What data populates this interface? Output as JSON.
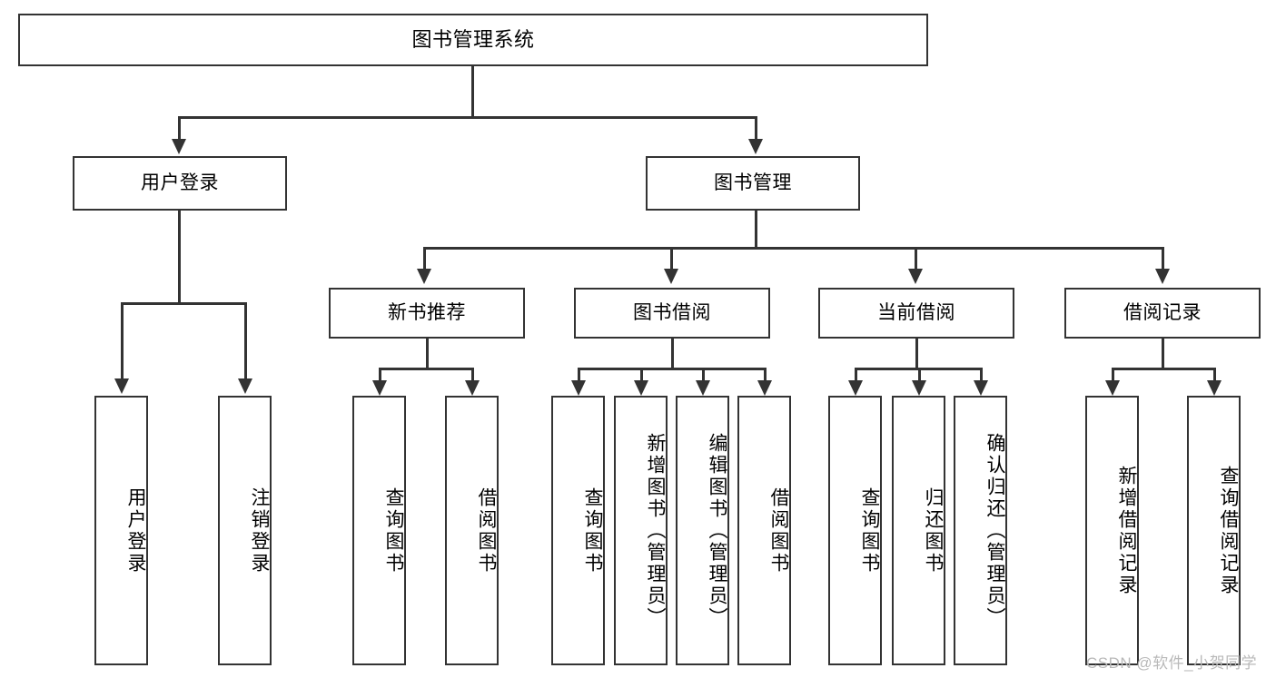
{
  "diagram": {
    "title": "图书管理系统",
    "type": "tree-hierarchy",
    "root": {
      "label": "图书管理系统"
    },
    "level2": [
      {
        "label": "用户登录"
      },
      {
        "label": "图书管理"
      }
    ],
    "level3": [
      {
        "label": "新书推荐"
      },
      {
        "label": "图书借阅"
      },
      {
        "label": "当前借阅"
      },
      {
        "label": "借阅记录"
      }
    ],
    "leaves": {
      "user_login": [
        {
          "label": "用户登录"
        },
        {
          "label": "注销登录"
        }
      ],
      "new_book_recommend": [
        {
          "label": "查询图书"
        },
        {
          "label": "借阅图书"
        }
      ],
      "book_borrow": [
        {
          "label": "查询图书"
        },
        {
          "label": "新增图书（管理员）"
        },
        {
          "label": "编辑图书（管理员）"
        },
        {
          "label": "借阅图书"
        }
      ],
      "current_borrow": [
        {
          "label": "查询图书"
        },
        {
          "label": "归还图书"
        },
        {
          "label": "确认归还（管理员）"
        }
      ],
      "borrow_record": [
        {
          "label": "新增借阅记录"
        },
        {
          "label": "查询借阅记录"
        }
      ]
    }
  },
  "watermark": {
    "text": "CSDN @软件_小贺同学"
  },
  "colors": {
    "stroke": "#333333",
    "fill": "#ffffff",
    "text": "#000000",
    "watermark": "#b9b9b9"
  }
}
